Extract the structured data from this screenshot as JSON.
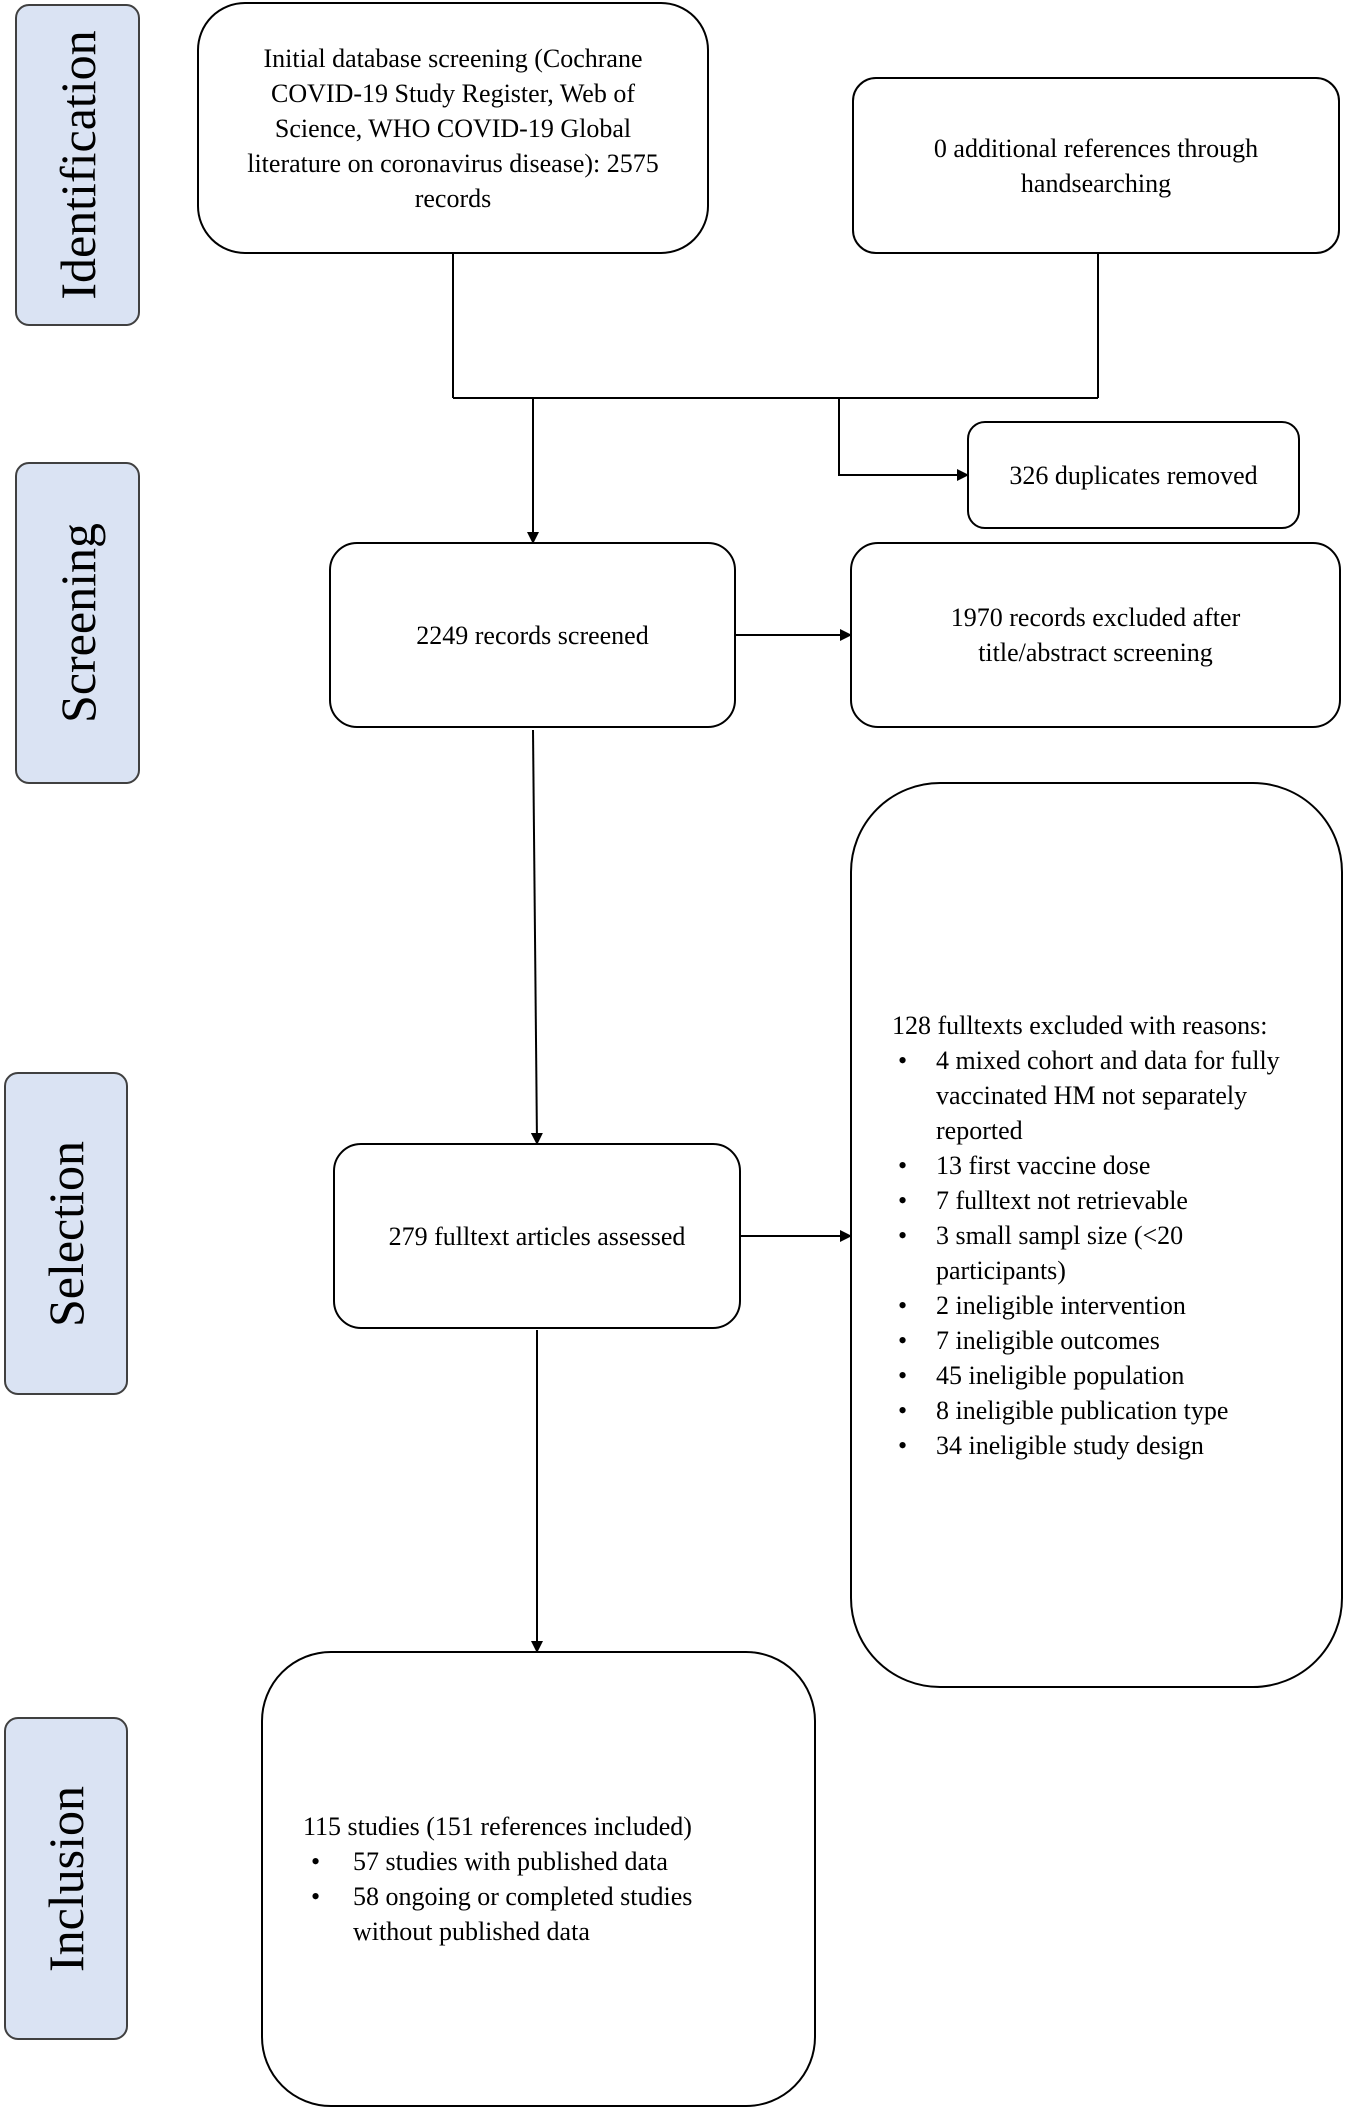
{
  "phases": {
    "identification": "Identification",
    "screening": "Screening",
    "selection": "Selection",
    "inclusion": "Inclusion"
  },
  "boxes": {
    "database_search": "Initial database screening (Cochrane COVID-19 Study Register, Web of Science, WHO COVID-19 Global literature on coronavirus disease): 2575 records",
    "handsearch": "0 additional references through handsearching",
    "duplicates": "326 duplicates removed",
    "screened": "2249 records screened",
    "excluded_screening": "1970 records excluded after title/abstract screening",
    "fulltext_assessed": "279 fulltext articles assessed",
    "fulltext_excluded": {
      "heading": "128 fulltexts excluded with reasons:",
      "reasons": [
        "4 mixed cohort and data for fully vaccinated HM not separately reported",
        "13 first vaccine dose",
        "7 fulltext not retrievable",
        "3 small sampl size (<20 participants)",
        "2 ineligible intervention",
        "7 ineligible outcomes",
        "45 ineligible population",
        "8 ineligible publication type",
        "34 ineligible study design"
      ]
    },
    "included": {
      "heading": "115 studies (151 references included)",
      "items": [
        "57 studies with published data",
        "58 ongoing or completed studies without published data"
      ]
    }
  }
}
